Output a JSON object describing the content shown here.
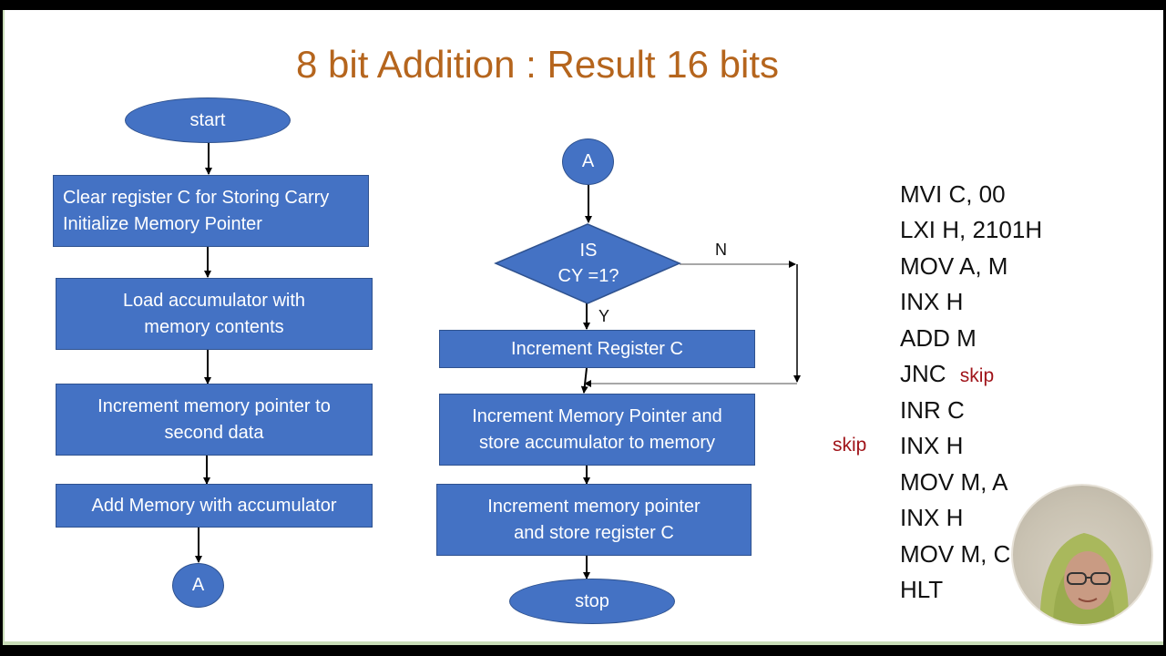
{
  "title": "8 bit Addition : Result 16 bits",
  "flowchart": {
    "start": "start",
    "clear": "Clear register C for Storing Carry\nInitialize Memory Pointer",
    "load": "Load accumulator with\nmemory contents",
    "inc1": "Increment memory pointer to\nsecond data",
    "add": "Add Memory with accumulator",
    "conn_out": "A",
    "conn_in": "A",
    "decision": "IS\nCY =1?",
    "label_n": "N",
    "label_y": "Y",
    "inc_c": "Increment Register  C",
    "inc_store": "Increment Memory Pointer and\nstore accumulator to memory",
    "inc_store_c": "Increment memory pointer\nand store register C",
    "stop": "stop"
  },
  "code": {
    "lines": [
      "MVI C, 00",
      "LXI H, 2101H",
      "MOV A, M",
      "INX H",
      "ADD M",
      "JNC",
      "INR C",
      "INX H",
      "MOV M, A",
      "INX H",
      "MOV M, C",
      "HLT"
    ],
    "jnc_target": "skip",
    "skip_label": "skip"
  },
  "colors": {
    "box": "#4472c4",
    "title": "#b5651d",
    "skip": "#a0141a"
  }
}
